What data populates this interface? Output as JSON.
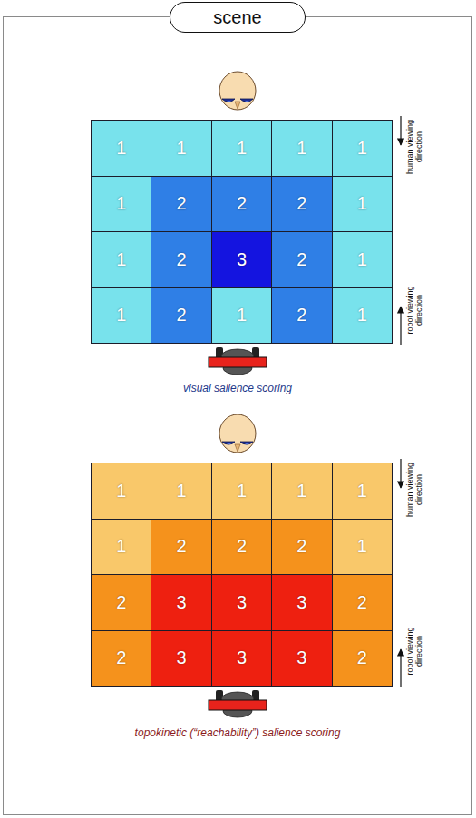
{
  "diagram": {
    "nodes": [
      {
        "text": [
          "scene"
        ]
      },
      {
        "text": [
          "1"
        ]
      },
      {
        "text": [
          "1"
        ]
      },
      {
        "text": [
          "1"
        ]
      },
      {
        "text": [
          "1"
        ]
      },
      {
        "text": [
          "1"
        ]
      },
      {
        "text": [
          "1"
        ]
      },
      {
        "text": [
          "2"
        ]
      },
      {
        "text": [
          "2"
        ]
      },
      {
        "text": [
          "2"
        ]
      },
      {
        "text": [
          "1"
        ]
      },
      {
        "text": [
          "1"
        ]
      },
      {
        "text": [
          "2"
        ]
      },
      {
        "text": [
          "3"
        ]
      },
      {
        "text": [
          "2"
        ]
      },
      {
        "text": [
          "1"
        ]
      },
      {
        "text": [
          "1"
        ]
      },
      {
        "text": [
          "2"
        ]
      },
      {
        "text": [
          "1"
        ]
      },
      {
        "text": [
          "2"
        ]
      },
      {
        "text": [
          "1"
        ]
      },
      {
        "text": [
          "1"
        ]
      },
      {
        "text": [
          "1"
        ]
      },
      {
        "text": [
          "1"
        ]
      },
      {
        "text": [
          "1"
        ]
      },
      {
        "text": [
          "1"
        ]
      },
      {
        "text": [
          "1"
        ]
      },
      {
        "text": [
          "2"
        ]
      },
      {
        "text": [
          "2"
        ]
      },
      {
        "text": [
          "2"
        ]
      },
      {
        "text": [
          "1"
        ]
      },
      {
        "text": [
          "2"
        ]
      },
      {
        "text": [
          "3"
        ]
      },
      {
        "text": [
          "3"
        ]
      },
      {
        "text": [
          "3"
        ]
      },
      {
        "text": [
          "2"
        ]
      },
      {
        "text": [
          "2"
        ]
      },
      {
        "text": [
          "3"
        ]
      },
      {
        "text": [
          "3"
        ]
      },
      {
        "text": [
          "3"
        ]
      },
      {
        "text": [
          "2"
        ]
      }
    ],
    "labels": [
      "human viewing direction",
      "robot viewing direction",
      "visual salience scoring",
      "human viewing direction",
      "robot viewing direction",
      "topokinetic (“reachability”) salience scoring"
    ]
  }
}
